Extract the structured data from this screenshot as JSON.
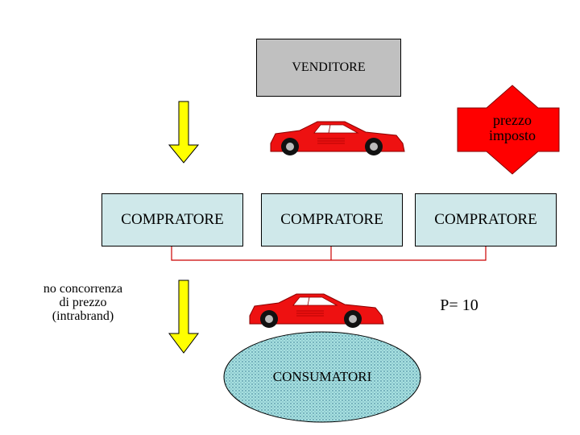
{
  "seller": {
    "label": "VENDITORE"
  },
  "buyers": [
    {
      "label": "COMPRATORE"
    },
    {
      "label": "COMPRATORE"
    },
    {
      "label": "COMPRATORE"
    }
  ],
  "imposed_price": {
    "line1": "prezzo",
    "line2": "imposto"
  },
  "no_competition_note": {
    "line1": "no concorrenza",
    "line2": "di prezzo",
    "line3": "(intrabrand)"
  },
  "price_label": "P= 10",
  "consumers": {
    "label": "CONSUMATORI"
  },
  "colors": {
    "seller_fill": "#c0c0c0",
    "buyer_fill": "#cfe8ea",
    "down_arrow_fill": "#ffff00",
    "imposed_arrow_fill": "#ff0000",
    "connector_line": "#cc0000",
    "consumers_fill": "#9fdcdc",
    "car_body": "#ee1111"
  }
}
